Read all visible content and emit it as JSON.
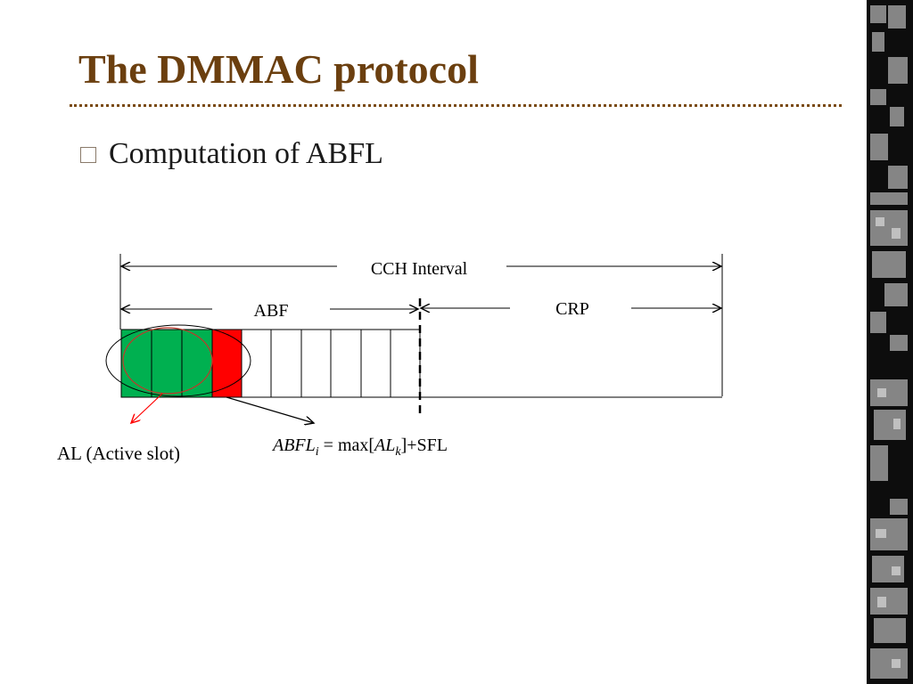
{
  "slide": {
    "title": "The DMMAC protocol",
    "bullet": "Computation of ABFL"
  },
  "diagram": {
    "cch_interval_label": "CCH Interval",
    "abf_label": "ABF",
    "crp_label": "CRP",
    "al_label": "AL (Active slot)",
    "formula": {
      "lhs": "ABFL",
      "lhs_sub": "i",
      "eq": " = max[",
      "var": "AL",
      "var_sub": "k",
      "tail": "]+SFL"
    },
    "colors": {
      "active": "#00b050",
      "last_active": "#ff0000",
      "title": "#6b3f0f"
    }
  }
}
